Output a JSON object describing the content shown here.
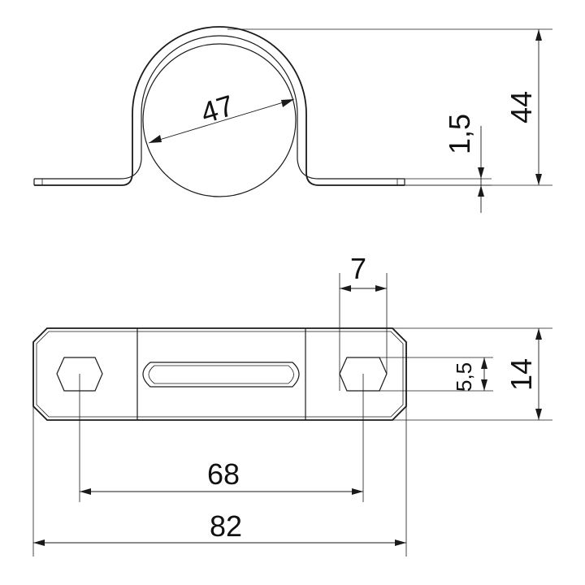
{
  "dimensions": {
    "diameter": "47",
    "thickness": "1,5",
    "height": "44",
    "slot_width": "7",
    "slot_height": "5,5",
    "depth": "14",
    "hole_spacing": "68",
    "length": "82"
  },
  "colors": {
    "line": "#1a1a1a",
    "background": "#ffffff"
  }
}
